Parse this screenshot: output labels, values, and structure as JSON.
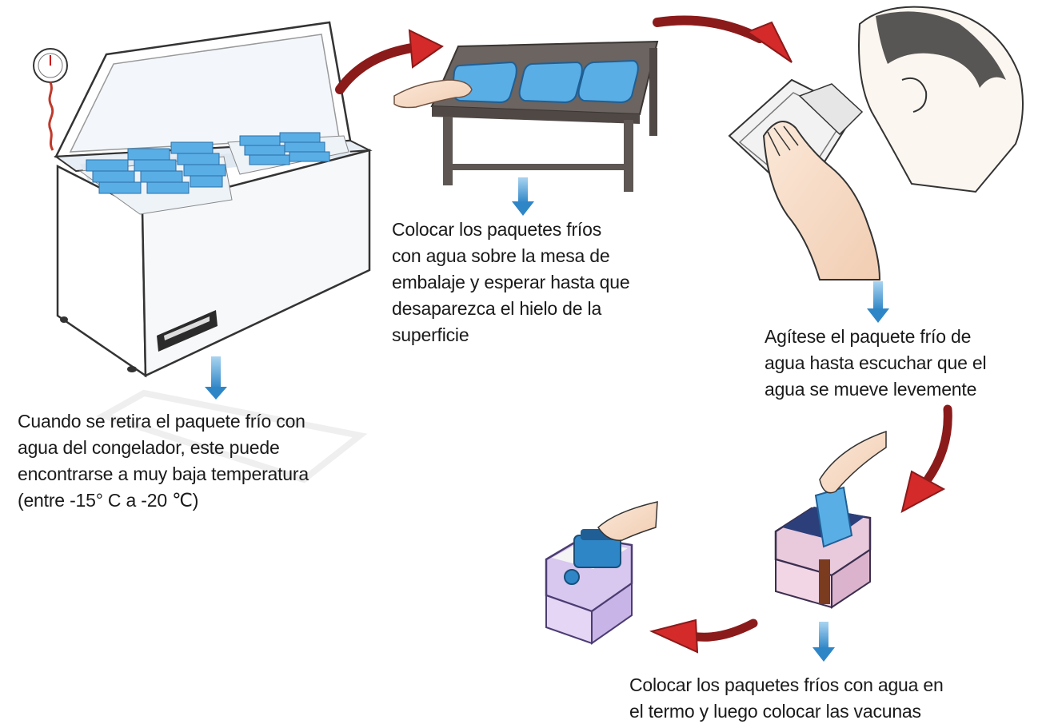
{
  "steps": [
    {
      "caption": "Cuando se retira el paquete frío con\nagua del congelador, este puede\nencontrarse a muy baja temperatura\n(entre -15° C a  -20 ℃)",
      "illustration": "chest-freezer-with-cold-packs"
    },
    {
      "caption": "Colocar los paquetes fríos\ncon agua sobre la mesa de\nembalaje y esperar hasta que\ndesaparezca el hielo de la\nsuperficie",
      "illustration": "packing-table-with-cold-packs"
    },
    {
      "caption": "Agítese el paquete frío de\nagua hasta escuchar que el\nagua se mueve levemente",
      "illustration": "person-shaking-cold-pack"
    },
    {
      "caption": "Colocar los paquetes fríos con agua en\nel termo y luego colocar las vacunas",
      "illustration": "cold-boxes-with-packs-and-vaccines"
    }
  ],
  "colors": {
    "flow_arrow": "#8b1a1a",
    "down_arrow": "#4a9fd4",
    "ice_pack": "#5aaee6",
    "table": "#6b6460",
    "cooler_body": "#e9c9dc",
    "cooler_lid": "#d8c7ee"
  }
}
